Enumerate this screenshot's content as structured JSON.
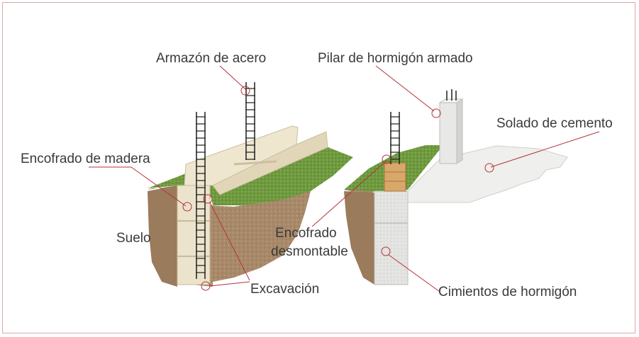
{
  "labels": {
    "steel_frame": "Armazón de acero",
    "reinforced_pillar": "Pilar de hormigón armado",
    "wood_formwork": "Encofrado de madera",
    "cement_screed": "Solado de cemento",
    "soil": "Suelo",
    "removable_formwork_line1": "Encofrado",
    "removable_formwork_line2": "desmontable",
    "excavation": "Excavación",
    "concrete_foundation": "Cimientos de hormigón"
  },
  "colors": {
    "leader": "#b5333a",
    "border": "#d9a9a9",
    "grass": "#6f9a3f",
    "soil": "#a8896a",
    "concrete": "#e6e6e4",
    "wood": "#e7dcc2",
    "rebar": "#2b2b2b"
  }
}
